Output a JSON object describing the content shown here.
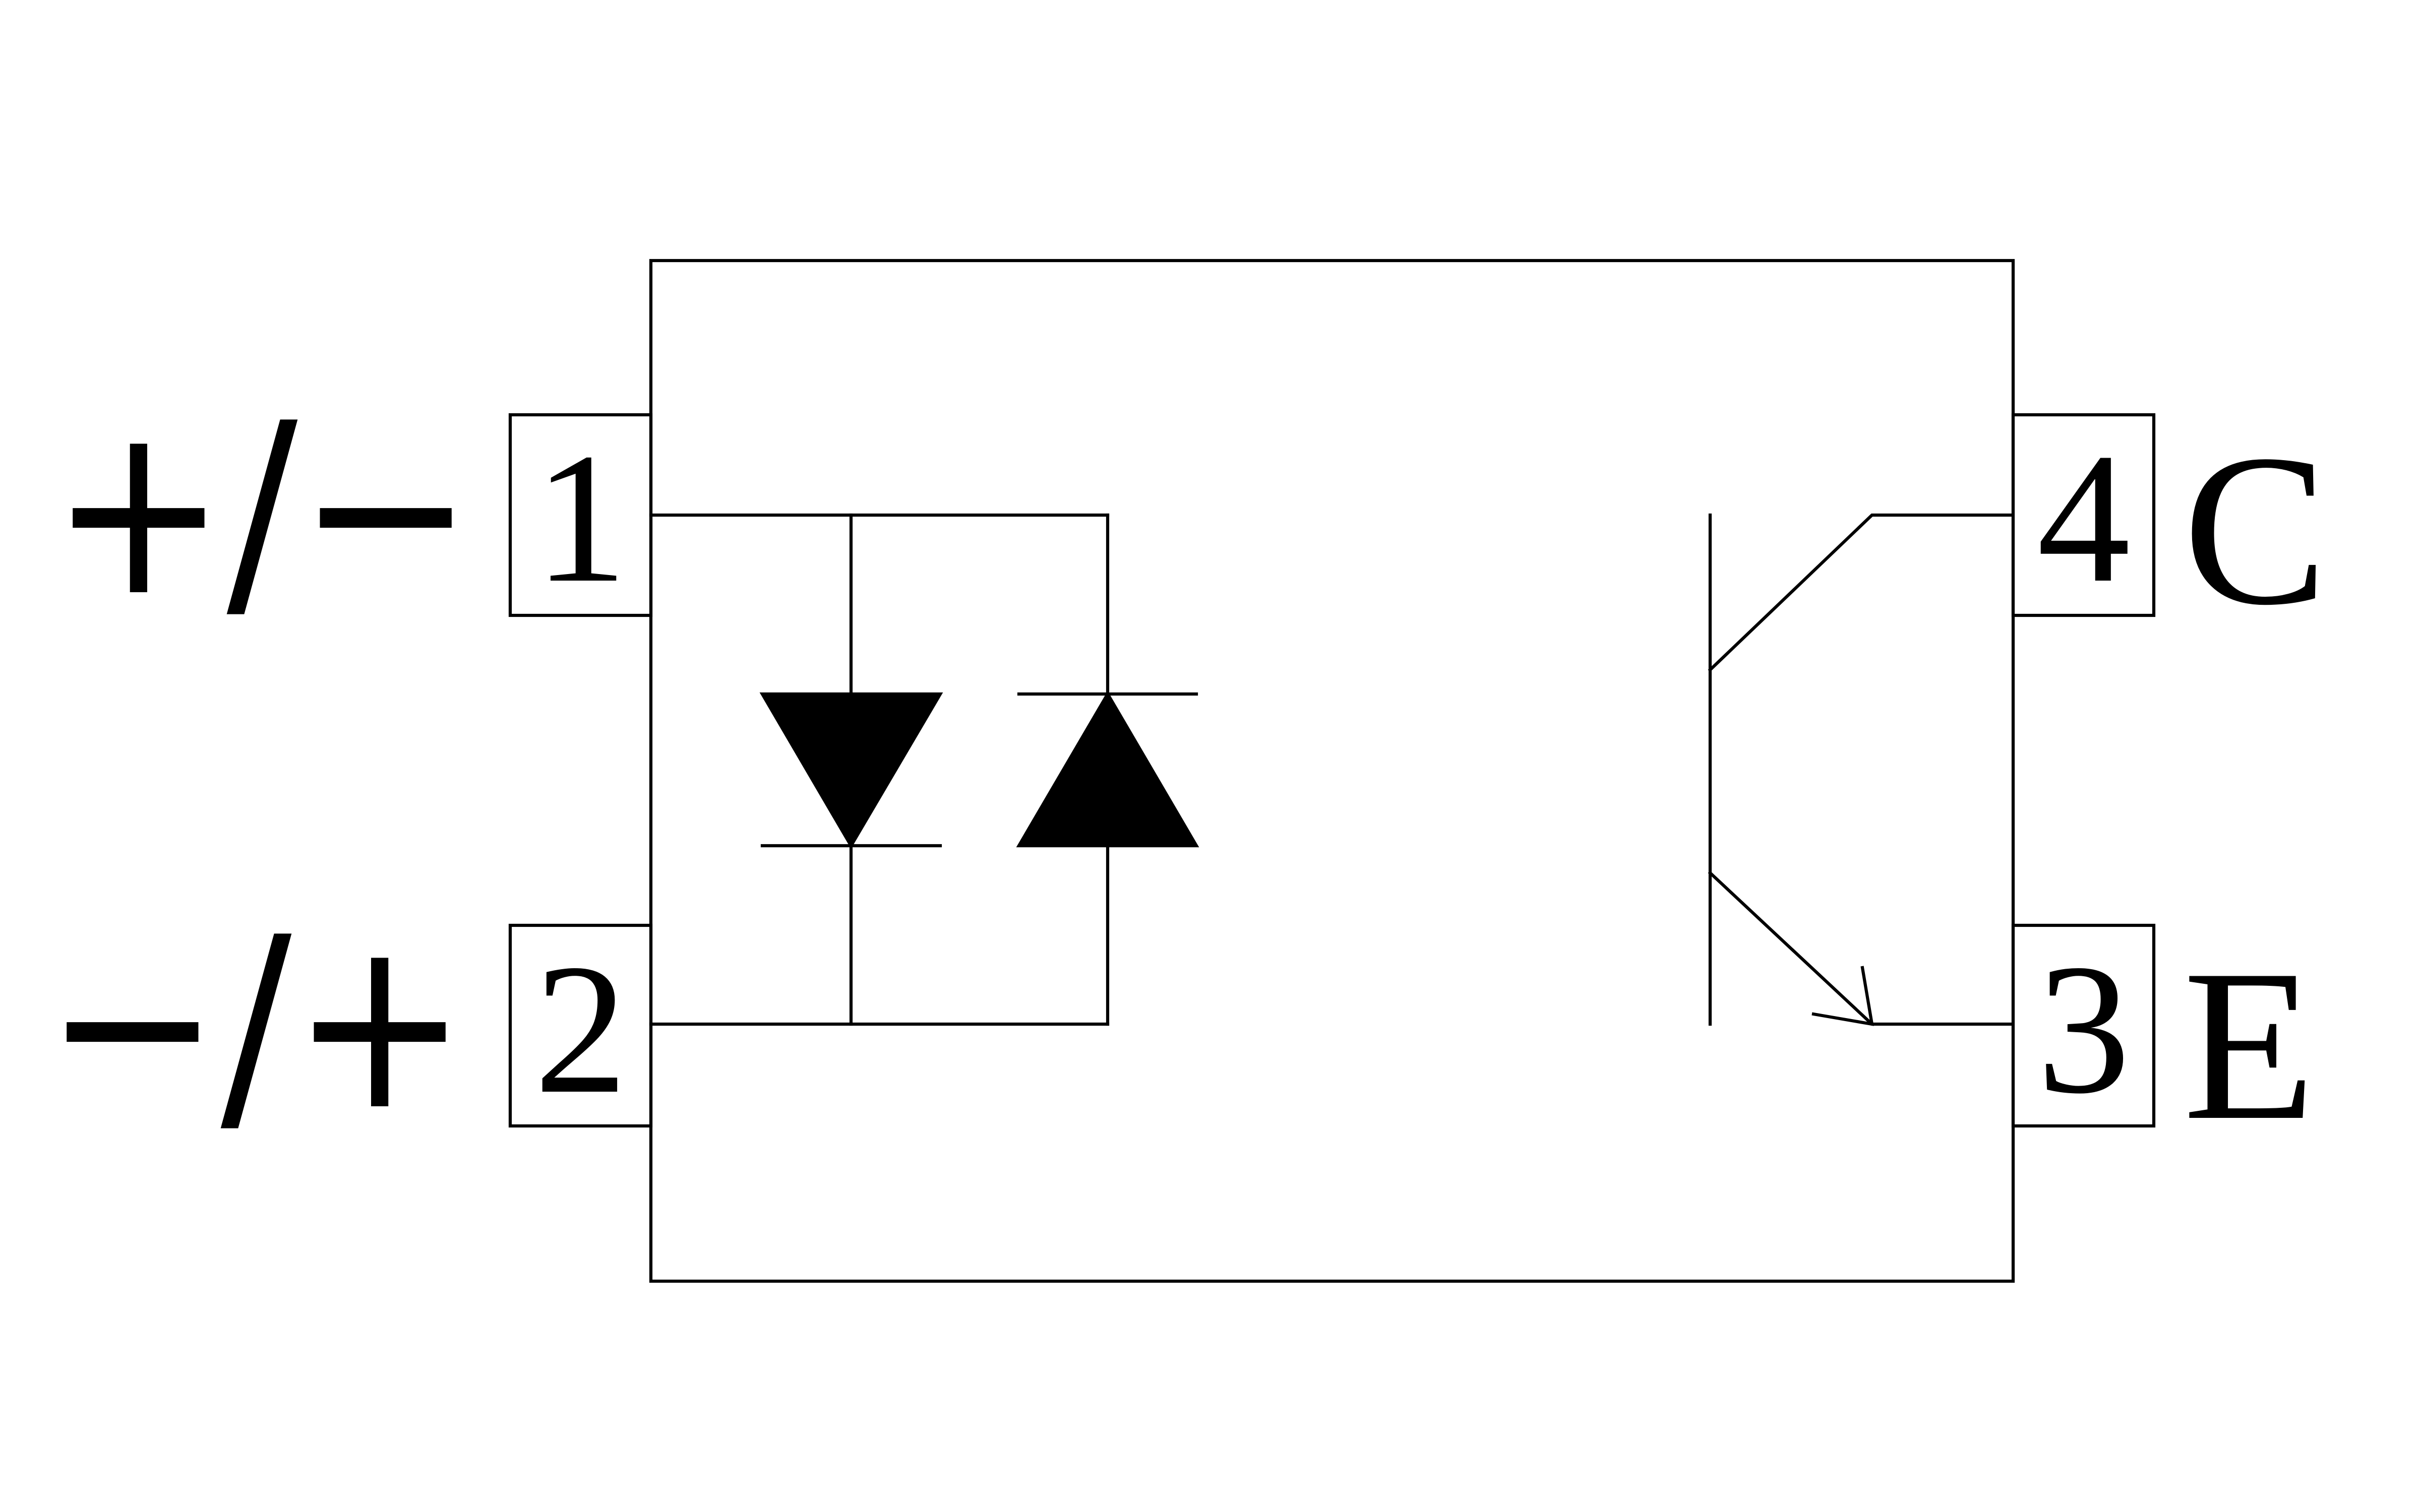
{
  "diagram": {
    "pins": {
      "pin1": {
        "number": "1",
        "polarity": "+/−"
      },
      "pin2": {
        "number": "2",
        "polarity": "−/+"
      },
      "pin3": {
        "number": "3",
        "label": "E"
      },
      "pin4": {
        "number": "4",
        "label": "C"
      }
    },
    "colors": {
      "line": "#000000",
      "background": "#ffffff"
    }
  }
}
